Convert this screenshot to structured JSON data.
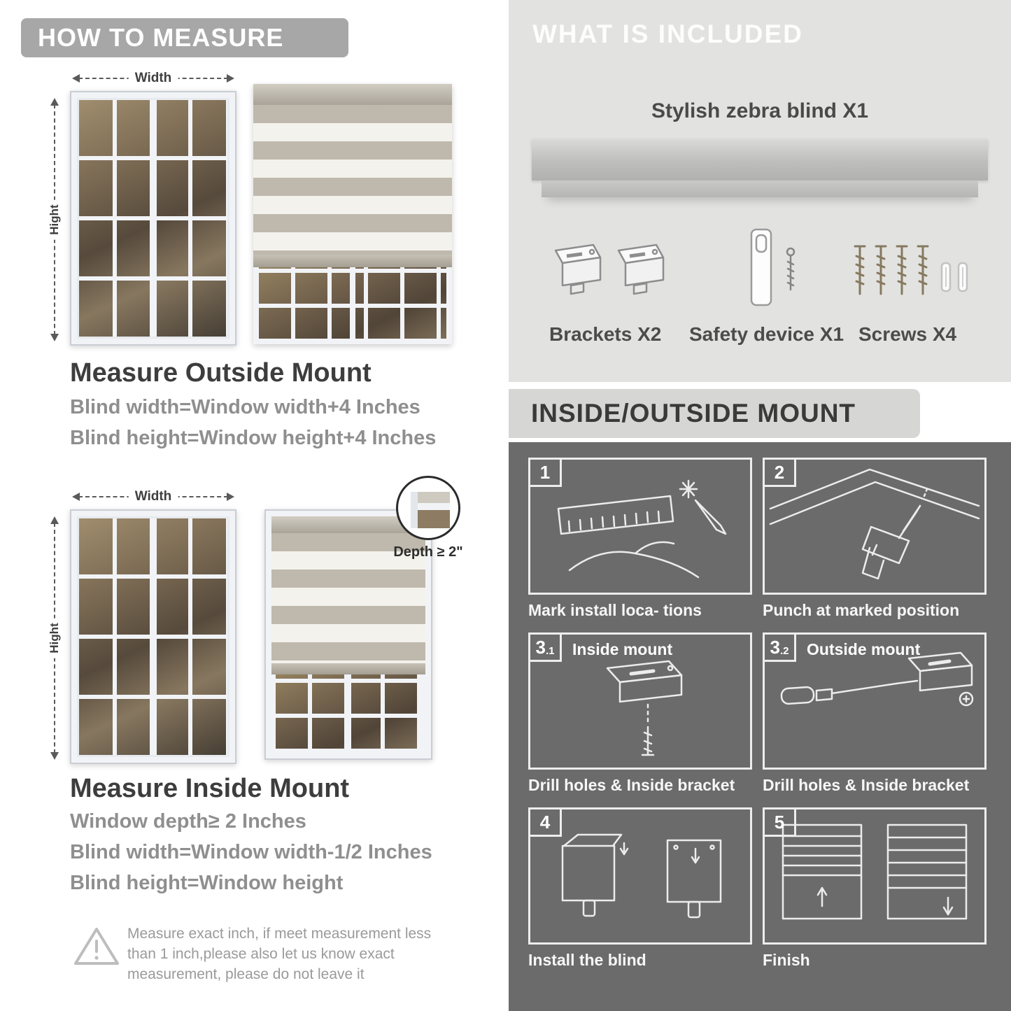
{
  "colors": {
    "header_bar": "#a7a7a7",
    "included_panel": "#e2e2e1",
    "mount_panel": "#6b6b6b",
    "text_dark": "#3d3d3d",
    "text_gray": "#8f8f8f"
  },
  "measure": {
    "header": "HOW TO MEASURE",
    "width_label": "Width",
    "height_label": "Hight",
    "outside": {
      "title": "Measure Outside Mount",
      "lines": [
        "Blind width=Window width+4 Inches",
        "Blind height=Window height+4 Inches"
      ]
    },
    "inside": {
      "title": "Measure Inside Mount",
      "depth_callout": "Depth ≥ 2\"",
      "lines": [
        "Window depth≥ 2 Inches",
        "Blind width=Window width-1/2 Inches",
        "Blind height=Window height"
      ]
    },
    "note_lines": [
      "Measure exact inch, if meet measurement less",
      "than 1 inch,please also let us know exact",
      "measurement, please do not leave it"
    ]
  },
  "included": {
    "header": "WHAT IS INCLUDED",
    "blind_label": "Stylish zebra blind X1",
    "items": [
      {
        "label": "Brackets X2"
      },
      {
        "label": "Safety device X1"
      },
      {
        "label": "Screws X4"
      }
    ]
  },
  "mount": {
    "header": "INSIDE/OUTSIDE MOUNT",
    "steps": [
      {
        "num": "1",
        "caption": "Mark install loca- tions"
      },
      {
        "num": "2",
        "caption": "Punch at  marked position"
      },
      {
        "num": "3",
        "sub": ".1",
        "label": "Inside mount",
        "caption": "Drill holes &  Inside bracket"
      },
      {
        "num": "3",
        "sub": ".2",
        "label": "Outside mount",
        "caption": "Drill holes &  Inside bracket"
      },
      {
        "num": "4",
        "caption": "Install the blind"
      },
      {
        "num": "5",
        "caption": "Finish"
      }
    ]
  }
}
